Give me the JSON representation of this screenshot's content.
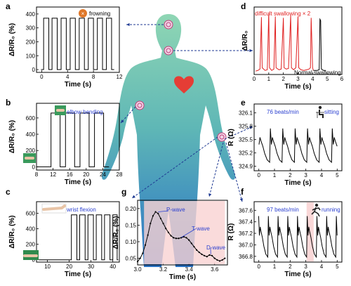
{
  "panels": {
    "a": {
      "letter": "a",
      "annotation": "frowning",
      "ylabel": "ΔR/R₀ (%)",
      "xlabel": "Time (s)",
      "yticks": [
        "0",
        "100",
        "200",
        "300",
        "400"
      ],
      "xticks": [
        "0",
        "4",
        "8",
        "12"
      ]
    },
    "b": {
      "letter": "b",
      "annotation": "elbow bending",
      "ylabel": "ΔR/R₀ (%)",
      "xlabel": "Time (s)",
      "yticks": [
        "0",
        "200",
        "400",
        "600"
      ],
      "xticks": [
        "8",
        "12",
        "16",
        "20",
        "24",
        "28"
      ]
    },
    "c": {
      "letter": "c",
      "annotation": "wrist flexion",
      "ylabel": "ΔR/R₀ (%)",
      "xlabel": "Time (s)",
      "yticks": [
        "0",
        "200",
        "400",
        "600"
      ],
      "xticks": [
        "10",
        "20",
        "30",
        "40"
      ]
    },
    "d": {
      "letter": "d",
      "annotation_red": "difficult swallowing × 2",
      "annotation_black": "Normal swallowing",
      "ylabel": "ΔR/R₀",
      "xlabel": "Time (s)",
      "xticks": [
        "0",
        "1",
        "2",
        "3",
        "4",
        "5",
        "6"
      ]
    },
    "e": {
      "letter": "e",
      "annotation": "76 beats/min",
      "annotation2": "sitting",
      "ylabel": "R (Ω)",
      "xlabel": "Time (s)",
      "yticks": [
        "324.9",
        "325.2",
        "325.5",
        "325.8",
        "326.1"
      ],
      "xticks": [
        "0",
        "1",
        "2",
        "3",
        "4",
        "5"
      ]
    },
    "f": {
      "letter": "f",
      "annotation": "97 beats/min",
      "annotation2": "running",
      "ylabel": "R (Ω)",
      "xlabel": "Time (s)",
      "yticks": [
        "366.8",
        "367.0",
        "367.2",
        "367.4",
        "367.6"
      ],
      "xticks": [
        "0",
        "1",
        "2",
        "3",
        "4",
        "5"
      ]
    },
    "g": {
      "letter": "g",
      "ylabel": "ΔR/R₀ (%)",
      "xlabel": "Time (s)",
      "yticks": [
        "0.05",
        "0.10",
        "0.15",
        "0.20"
      ],
      "xticks": [
        "3.0",
        "3.2",
        "3.4",
        "3.6"
      ],
      "labels": [
        "P-wave",
        "T-wave",
        "D-wave"
      ]
    }
  },
  "chart_data": [
    {
      "panel": "a",
      "type": "line",
      "title": "",
      "xlabel": "Time (s)",
      "ylabel": "ΔR/R₀ (%)",
      "xlim": [
        -0.8,
        12
      ],
      "ylim": [
        -20,
        450
      ],
      "pulses": [
        [
          0.3,
          1.1
        ],
        [
          1.6,
          2.4
        ],
        [
          3.0,
          3.8
        ],
        [
          4.4,
          5.2
        ],
        [
          5.8,
          6.6
        ],
        [
          7.2,
          8.0
        ],
        [
          8.6,
          9.4
        ],
        [
          10.0,
          10.8
        ]
      ],
      "low": 0,
      "high": 370,
      "x_end": 11.2
    },
    {
      "panel": "b",
      "type": "line",
      "title": "",
      "xlabel": "Time (s)",
      "ylabel": "ΔR/R₀ (%)",
      "xlim": [
        8,
        28
      ],
      "ylim": [
        -40,
        780
      ],
      "pulses": [
        [
          11.5,
          13.7
        ],
        [
          15.0,
          17.2
        ],
        [
          18.5,
          20.7
        ],
        [
          22.0,
          24.2
        ]
      ],
      "low": 0,
      "high": 660,
      "x_start": 8.0,
      "x_end": 25.5
    },
    {
      "panel": "c",
      "type": "line",
      "title": "",
      "xlabel": "Time (s)",
      "ylabel": "ΔR/R₀ (%)",
      "xlim": [
        5,
        43
      ],
      "ylim": [
        -30,
        750
      ],
      "pulses": [
        [
          21.0,
          23.5
        ],
        [
          24.8,
          27.3
        ],
        [
          28.6,
          31.1
        ],
        [
          32.4,
          34.9
        ],
        [
          36.2,
          38.7
        ],
        [
          40.0,
          42.0
        ]
      ],
      "low": 0,
      "high": 580,
      "x_start": 6.0,
      "x_end": 42.5
    },
    {
      "panel": "d",
      "type": "line",
      "title": "",
      "xlabel": "Time (s)",
      "ylabel": "ΔR/R₀",
      "xlim": [
        0,
        6
      ],
      "ylim": [
        0,
        1
      ],
      "series": [
        {
          "color": "#e02020",
          "x": [
            0.1,
            0.25,
            0.4,
            0.5,
            0.55,
            0.75,
            0.9,
            1.0,
            1.05,
            1.2,
            1.35,
            1.45,
            1.5,
            1.7,
            1.85,
            2.0,
            2.05,
            2.2,
            2.35,
            2.5,
            2.55,
            2.7,
            2.85,
            3.0,
            3.05,
            3.2,
            3.4,
            3.6,
            3.75,
            3.85,
            3.9,
            4.0,
            4.05
          ],
          "y": [
            0.05,
            0.06,
            0.08,
            0.85,
            0.1,
            0.06,
            0.07,
            0.92,
            0.1,
            0.06,
            0.08,
            0.86,
            0.1,
            0.07,
            0.08,
            0.84,
            0.1,
            0.08,
            0.09,
            0.88,
            0.1,
            0.07,
            0.1,
            0.86,
            0.1,
            0.07,
            0.06,
            0.07,
            0.08,
            0.1,
            0.84,
            0.1,
            0.06
          ]
        },
        {
          "color": "#000000",
          "x": [
            4.05,
            4.3,
            4.45,
            4.5,
            4.55,
            4.6,
            4.75,
            4.9
          ],
          "y": [
            0.06,
            0.06,
            0.07,
            0.82,
            0.8,
            0.08,
            0.06,
            0.06
          ]
        }
      ]
    },
    {
      "panel": "e",
      "type": "line",
      "title": "",
      "xlabel": "Time (s)",
      "ylabel": "R (Ω)",
      "xlim": [
        -0.3,
        5.3
      ],
      "ylim": [
        324.8,
        326.3
      ],
      "beat_period": 0.79,
      "beat_start": -0.1,
      "base": 324.95,
      "peak": 325.75,
      "x_end": 5.0
    },
    {
      "panel": "f",
      "type": "line",
      "title": "",
      "xlabel": "Time (s)",
      "ylabel": "R (Ω)",
      "xlim": [
        -0.3,
        5.3
      ],
      "ylim": [
        366.7,
        367.75
      ],
      "beat_period": 0.62,
      "beat_start": -0.05,
      "base": 366.75,
      "peak": 367.5,
      "x_end": 5.0,
      "highlight": [
        3.05,
        3.5
      ]
    },
    {
      "panel": "g",
      "type": "line",
      "title": "",
      "xlabel": "Time (s)",
      "ylabel": "ΔR/R₀ (%)",
      "xlim": [
        3.0,
        3.7
      ],
      "ylim": [
        0.03,
        0.225
      ],
      "highlight": [
        3.05,
        3.68
      ],
      "x": [
        3.0,
        3.02,
        3.04,
        3.06,
        3.08,
        3.1,
        3.12,
        3.14,
        3.16,
        3.18,
        3.2,
        3.22,
        3.24,
        3.26,
        3.28,
        3.3,
        3.32,
        3.34,
        3.36,
        3.38,
        3.4,
        3.42,
        3.44,
        3.46,
        3.48,
        3.5,
        3.52,
        3.54,
        3.56,
        3.58,
        3.6,
        3.62,
        3.64,
        3.66,
        3.68
      ],
      "y": [
        0.04,
        0.05,
        0.065,
        0.09,
        0.12,
        0.155,
        0.178,
        0.19,
        0.185,
        0.17,
        0.155,
        0.14,
        0.128,
        0.118,
        0.112,
        0.11,
        0.11,
        0.112,
        0.115,
        0.112,
        0.105,
        0.095,
        0.085,
        0.075,
        0.068,
        0.062,
        0.058,
        0.055,
        0.06,
        0.058,
        0.05,
        0.045,
        0.042,
        0.045,
        0.05
      ]
    }
  ]
}
